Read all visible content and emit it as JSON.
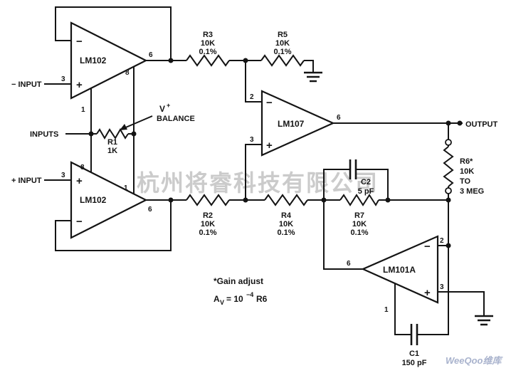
{
  "signs": {
    "minus": "−",
    "plus": "+"
  },
  "pins": {
    "p1": "1",
    "p2": "2",
    "p3": "3",
    "p6": "6",
    "p8": "8"
  },
  "opamps": {
    "buffer_top": "LM102",
    "buffer_bottom": "LM102",
    "main": "LM107",
    "gain": "LM101A"
  },
  "resistors": {
    "r1": {
      "ref": "R1",
      "value": "1K"
    },
    "r2": {
      "ref": "R2",
      "value": "10K",
      "tol": "0.1%"
    },
    "r3": {
      "ref": "R3",
      "value": "10K",
      "tol": "0.1%"
    },
    "r4": {
      "ref": "R4",
      "value": "10K",
      "tol": "0.1%"
    },
    "r5": {
      "ref": "R5",
      "value": "10K",
      "tol": "0.1%"
    },
    "r6": {
      "ref": "R6*",
      "value": "10K",
      "to": "TO",
      "max": "3 MEG"
    },
    "r7": {
      "ref": "R7",
      "value": "10K",
      "tol": "0.1%"
    }
  },
  "capacitors": {
    "c1": {
      "ref": "C1",
      "value": "150 pF"
    },
    "c2": {
      "ref": "C2",
      "value": "5 pF"
    }
  },
  "labels": {
    "inputs": "INPUTS",
    "minus_input": "− INPUT",
    "plus_input": "+ INPUT",
    "output": "OUTPUT",
    "v": "V",
    "v_sup": "+",
    "balance": "BALANCE",
    "gain_note": "*Gain adjust",
    "av_a": "A",
    "av_sub": "V",
    "av_eq": "= 10",
    "av_sup": "−4",
    "av_r6": "R6"
  },
  "watermarks": {
    "center": "杭州将睿科技有限公司",
    "corner": "WeeQoo维库"
  }
}
